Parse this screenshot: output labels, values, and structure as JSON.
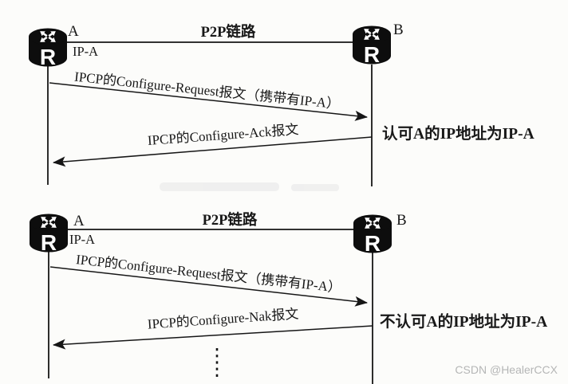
{
  "router": {
    "letter": "R"
  },
  "top": {
    "node_a": "A",
    "node_b": "B",
    "ip_label": "IP-A",
    "link_label": "P2P链路",
    "request_msg": "IPCP的Configure-Request报文（携带有IP-A）",
    "ack_msg": "IPCP的Configure-Ack报文",
    "note": "认可A的IP地址为IP-A"
  },
  "bottom": {
    "node_a": "A",
    "node_b": "B",
    "ip_label": "IP-A",
    "link_label": "P2P链路",
    "request_msg": "IPCP的Configure-Request报文（携带有IP-A）",
    "nak_msg": "IPCP的Configure-Nak报文",
    "note": "不认可A的IP地址为IP-A"
  },
  "watermark": {
    "text": "CSDN @HealerCCX"
  },
  "colors": {
    "ink": "#161616",
    "background": "#fcfcfa",
    "watermark_gray": "#b5b6b6",
    "router_fill": "#0d0d0d",
    "router_glyph": "#ffffff"
  }
}
